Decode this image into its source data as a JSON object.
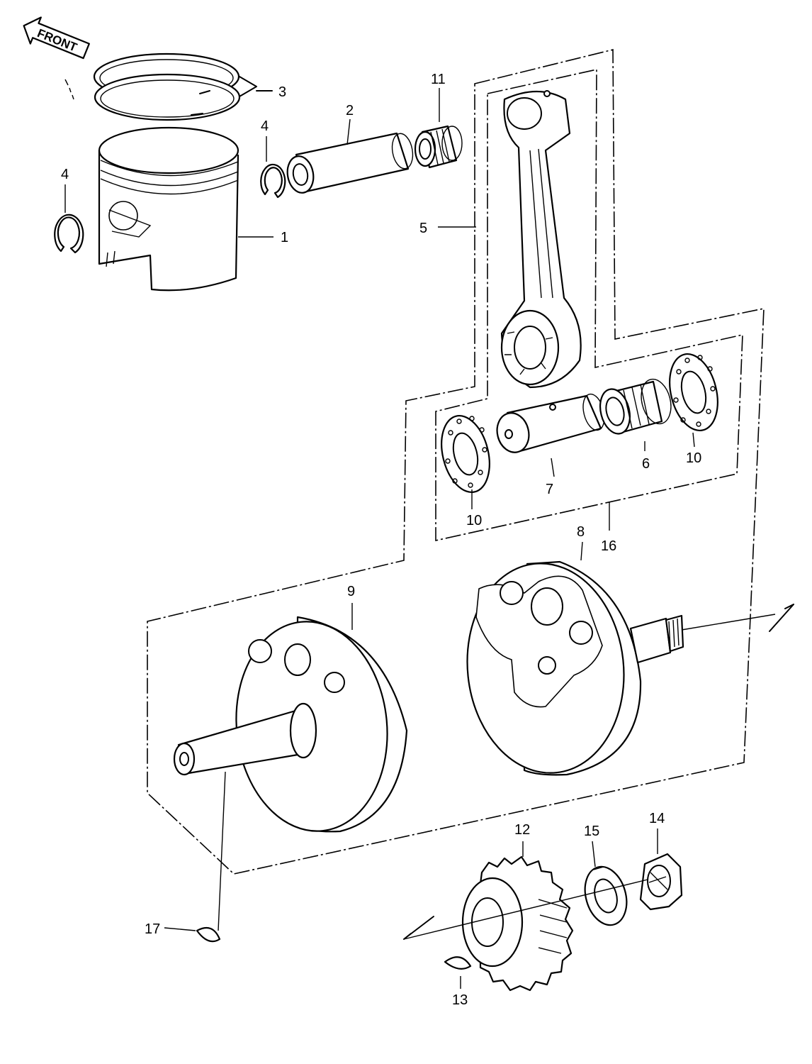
{
  "front_label": "FRONT",
  "callouts": {
    "c1": "1",
    "c2": "2",
    "c3": "3",
    "c4a": "4",
    "c4b": "4",
    "c5": "5",
    "c6": "6",
    "c7": "7",
    "c8": "8",
    "c9": "9",
    "c10a": "10",
    "c10b": "10",
    "c11": "11",
    "c12": "12",
    "c13": "13",
    "c14": "14",
    "c15": "15",
    "c16": "16",
    "c17": "17"
  }
}
